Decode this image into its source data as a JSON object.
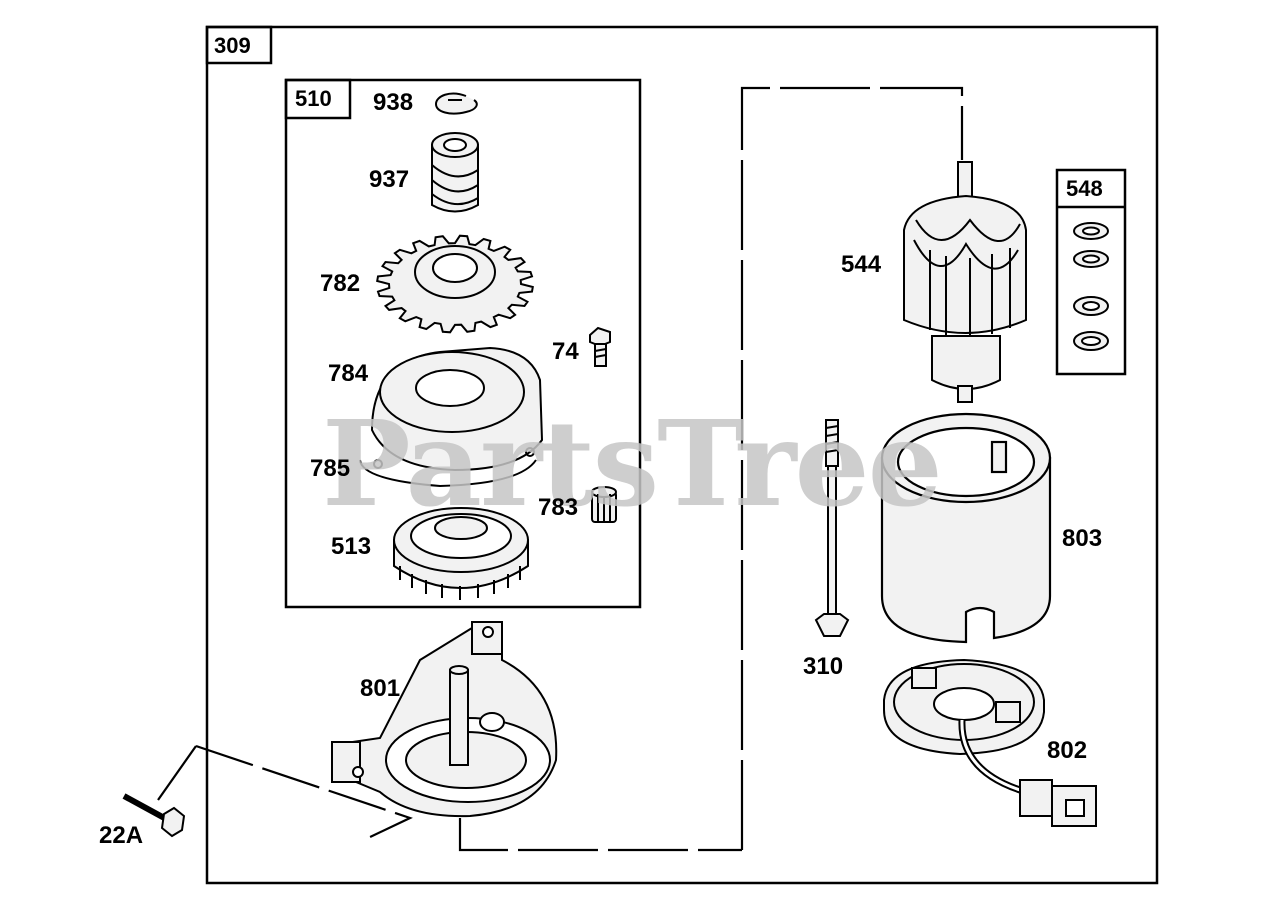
{
  "watermark": "PartsTree",
  "colors": {
    "ink": "#000000",
    "part_fill": "#f2f2f2",
    "watermark": "#c6c6c6"
  },
  "assembly": {
    "code": "309",
    "subassembly_gear": {
      "code": "510"
    },
    "subassembly_washers": {
      "code": "548"
    }
  },
  "parts": {
    "p938": "938",
    "p937": "937",
    "p782": "782",
    "p74": "74",
    "p784": "784",
    "p785": "785",
    "p783": "783",
    "p513": "513",
    "p801": "801",
    "p22A": "22A",
    "p544": "544",
    "p803": "803",
    "p310": "310",
    "p802": "802"
  }
}
